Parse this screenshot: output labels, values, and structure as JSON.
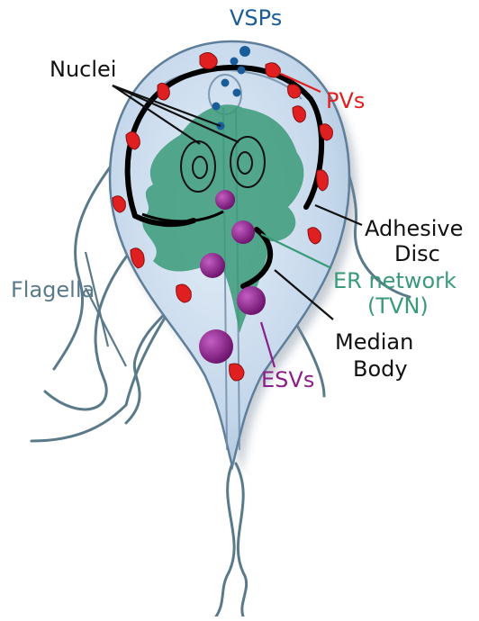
{
  "labels": {
    "vsps": "VSPs",
    "pvs": "PVs",
    "nuclei": "Nuclei",
    "adhesive_disc_line1": "Adhesive",
    "adhesive_disc_line2": "Disc",
    "er_network_line1": "ER network",
    "er_network_line2": "(TVN)",
    "flagella": "Flagella",
    "median_body_line1": "Median",
    "median_body_line2": "Body",
    "esvs": "ESVs"
  },
  "colors": {
    "vsps": "#1a5c9a",
    "pvs": "#e02020",
    "er_network": "#3a9a78",
    "esvs": "#8a1f8a",
    "flagella": "#5a7a8a",
    "cell_body": "#c6d8ec",
    "disc": "#000000",
    "text_dark": "#111111"
  }
}
